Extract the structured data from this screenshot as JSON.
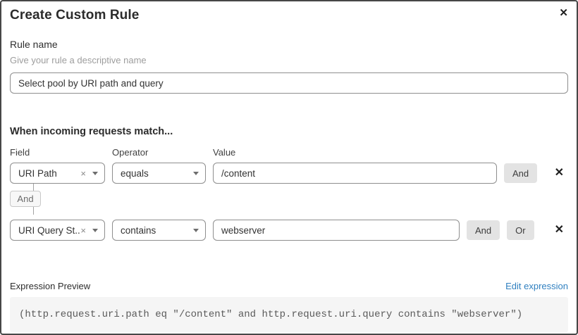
{
  "dialog": {
    "title": "Create Custom Rule"
  },
  "icons": {
    "close": "✕",
    "remove": "✕",
    "clear": "×"
  },
  "rule_name": {
    "label": "Rule name",
    "hint": "Give your rule a descriptive name",
    "value": "Select pool by URI path and query"
  },
  "match_section": {
    "title": "When incoming requests match...",
    "column_headers": {
      "field": "Field",
      "operator": "Operator",
      "value": "Value"
    },
    "rows": [
      {
        "field": "URI Path",
        "operator": "equals",
        "value": "/content",
        "and_label": "And"
      },
      {
        "field": "URI Query St...",
        "operator": "contains",
        "value": "webserver",
        "and_label": "And",
        "or_label": "Or"
      }
    ],
    "row_connector": "And"
  },
  "expression_preview": {
    "label": "Expression Preview",
    "edit_link": "Edit expression",
    "expression": "(http.request.uri.path eq \"/content\" and http.request.uri.query contains \"webserver\")"
  },
  "colors": {
    "link_blue": "#3080c0",
    "button_gray": "#e3e3e3",
    "code_bg": "#f5f5f5",
    "border_gray": "#8e8e8e"
  }
}
